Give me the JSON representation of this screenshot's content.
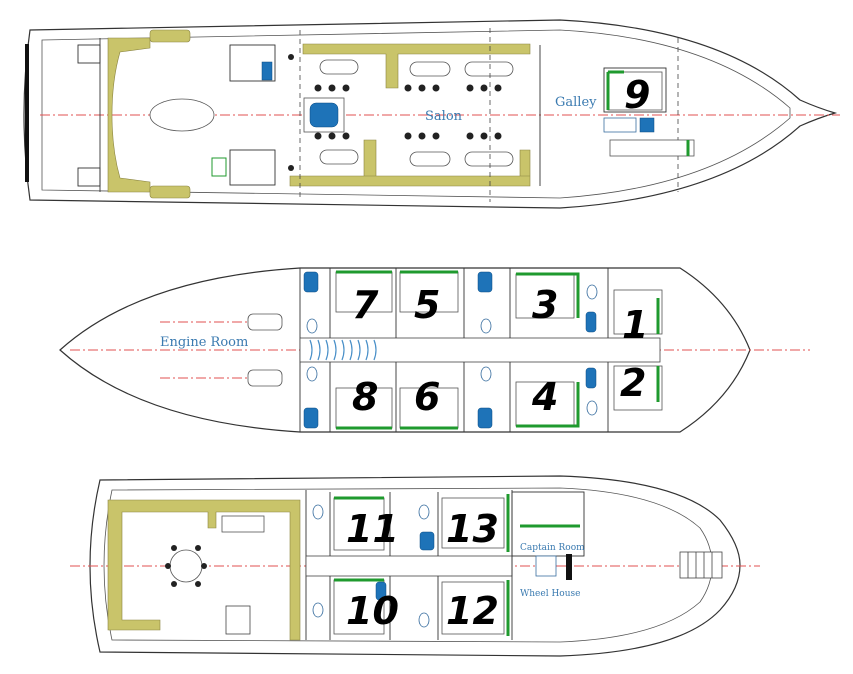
{
  "upper_deck": {
    "salon_label": "Salon",
    "galley_label": "Galley",
    "cabin_9": "9"
  },
  "lower_deck": {
    "engine_room_label": "Engine Room",
    "cabins": [
      "7",
      "5",
      "3",
      "1",
      "8",
      "6",
      "4",
      "2"
    ]
  },
  "main_deck": {
    "captain_room_label": "Captain Room",
    "wheel_house_label": "Wheel House",
    "cabins": [
      "11",
      "13",
      "10",
      "12"
    ]
  },
  "colors": {
    "seating": "#c9c46a",
    "bed_frame": "#1f9a2e",
    "bath_fixture": "#1e73b8",
    "centerline": "#e05050",
    "label_text": "#3a7ab0"
  }
}
